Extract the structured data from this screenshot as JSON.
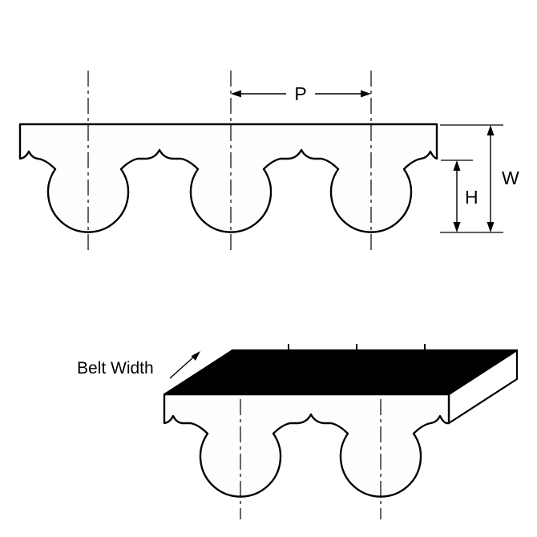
{
  "diagram": {
    "colors": {
      "line": "#000000",
      "belt_fill": "#fdfdfd",
      "top_surface": "#000000",
      "background": "#ffffff"
    },
    "top_view": {
      "pitch_label": "P",
      "width_label": "W",
      "height_label": "H"
    },
    "bottom_view": {
      "belt_width_label": "Belt Width"
    }
  }
}
